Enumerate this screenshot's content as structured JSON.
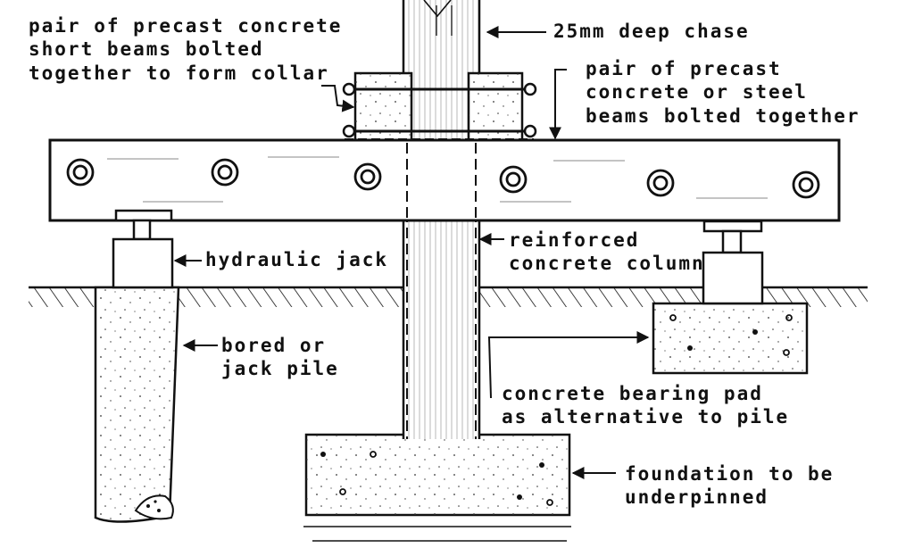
{
  "labels": {
    "collar": [
      "pair of precast concrete",
      "short beams bolted",
      "together to form collar"
    ],
    "chase": "25mm deep chase",
    "beams": [
      "pair of precast",
      "concrete or steel",
      "beams bolted together"
    ],
    "jack": "hydraulic jack",
    "column": [
      "reinforced",
      "concrete column"
    ],
    "pile": [
      "bored or",
      "jack pile"
    ],
    "pad": [
      "concrete bearing pad",
      "as alternative to pile"
    ],
    "foundation": [
      "foundation to be",
      "underpinned"
    ]
  },
  "colors": {
    "ink": "#111111",
    "paper": "#ffffff"
  }
}
